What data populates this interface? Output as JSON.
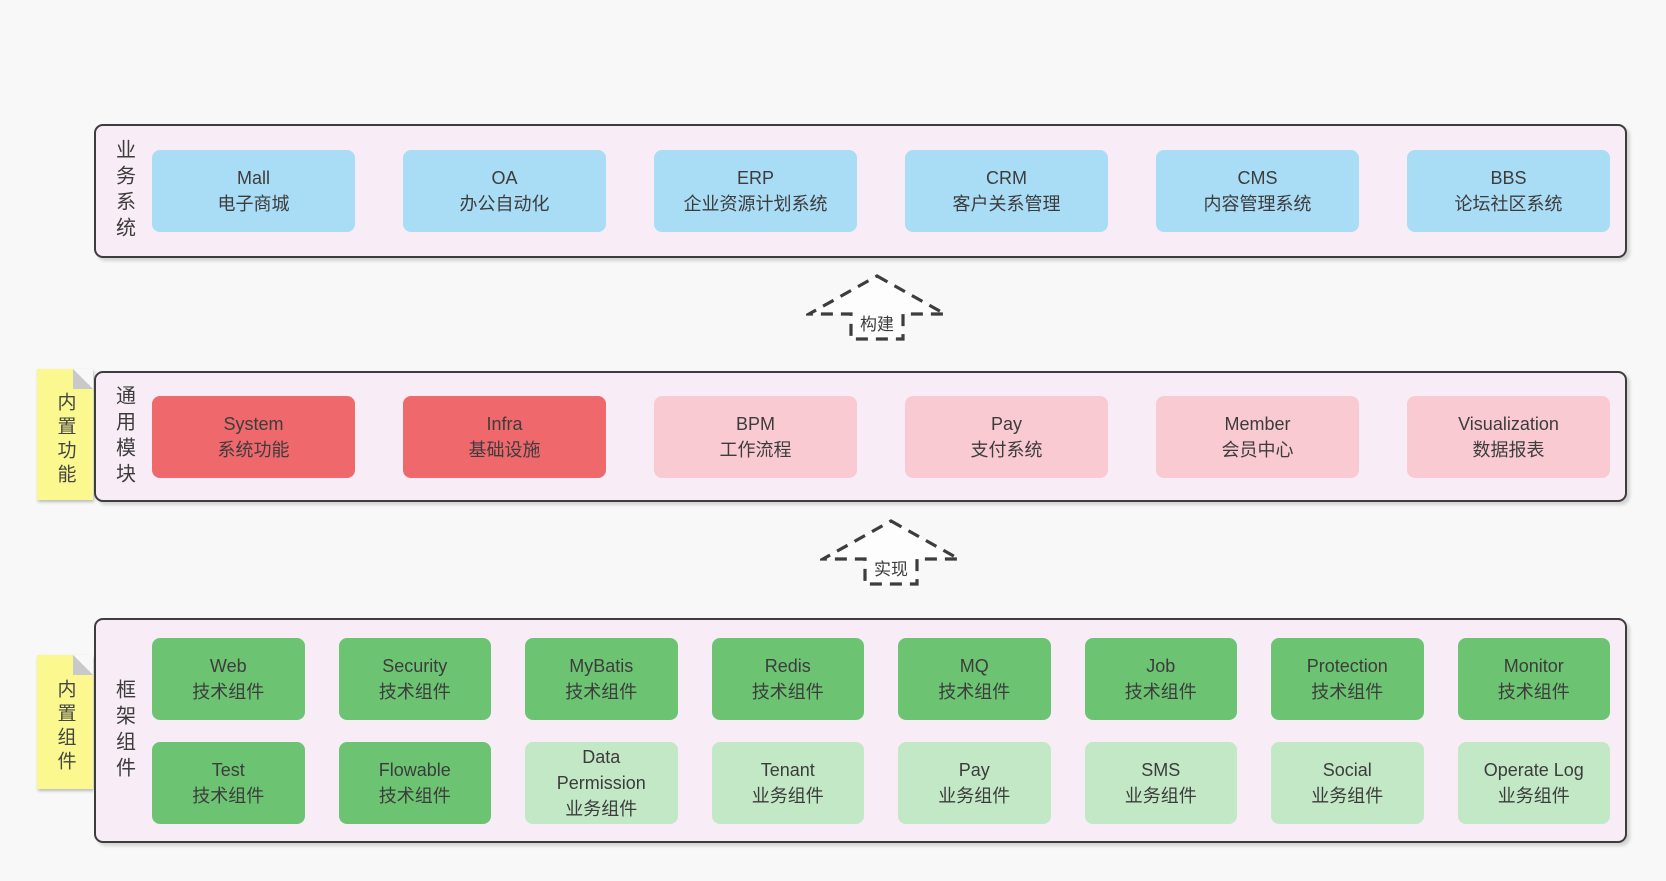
{
  "colors": {
    "page_bg": "#f8f8f8",
    "panel_bg": "#f8edf6",
    "panel_border": "#3d3d3d",
    "box_blue": "#a9dcf5",
    "box_red": "#ef686c",
    "box_pink": "#f9cad2",
    "box_green": "#6cc472",
    "box_light_green": "#c2e8c5",
    "sticky_yellow": "#fbf88f",
    "sticky_fold_gray": "#c9c9c9",
    "text": "#3c3c3c"
  },
  "panels": [
    {
      "side_label": "业务系统",
      "rows": [
        [
          {
            "en": "Mall",
            "zh": "电子商城"
          },
          {
            "en": "OA",
            "zh": "办公自动化"
          },
          {
            "en": "ERP",
            "zh": "企业资源计划系统"
          },
          {
            "en": "CRM",
            "zh": "客户关系管理"
          },
          {
            "en": "CMS",
            "zh": "内容管理系统"
          },
          {
            "en": "BBS",
            "zh": "论坛社区系统"
          }
        ]
      ]
    },
    {
      "side_label": "通用模块",
      "sticky": "内置功能",
      "rows": [
        [
          {
            "en": "System",
            "zh": "系统功能"
          },
          {
            "en": "Infra",
            "zh": "基础设施"
          },
          {
            "en": "BPM",
            "zh": "工作流程"
          },
          {
            "en": "Pay",
            "zh": "支付系统"
          },
          {
            "en": "Member",
            "zh": "会员中心"
          },
          {
            "en": "Visualization",
            "zh": "数据报表"
          }
        ]
      ]
    },
    {
      "side_label": "框架组件",
      "sticky": "内置组件",
      "rows": [
        [
          {
            "en": "Web",
            "zh": "技术组件"
          },
          {
            "en": "Security",
            "zh": "技术组件"
          },
          {
            "en": "MyBatis",
            "zh": "技术组件"
          },
          {
            "en": "Redis",
            "zh": "技术组件"
          },
          {
            "en": "MQ",
            "zh": "技术组件"
          },
          {
            "en": "Job",
            "zh": "技术组件"
          },
          {
            "en": "Protection",
            "zh": "技术组件"
          },
          {
            "en": "Monitor",
            "zh": "技术组件"
          }
        ],
        [
          {
            "en": "Test",
            "zh": "技术组件"
          },
          {
            "en": "Flowable",
            "zh": "技术组件"
          },
          {
            "en": "Data\nPermission",
            "zh": "业务组件"
          },
          {
            "en": "Tenant",
            "zh": "业务组件"
          },
          {
            "en": "Pay",
            "zh": "业务组件"
          },
          {
            "en": "SMS",
            "zh": "业务组件"
          },
          {
            "en": "Social",
            "zh": "业务组件"
          },
          {
            "en": "Operate Log",
            "zh": "业务组件"
          }
        ]
      ]
    }
  ],
  "arrows": [
    {
      "label": "构建"
    },
    {
      "label": "实现"
    }
  ]
}
